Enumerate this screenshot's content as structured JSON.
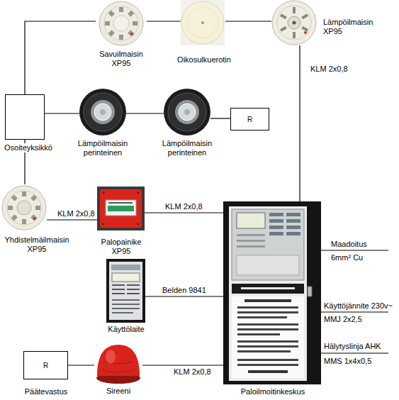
{
  "diagram": {
    "nodes": [
      {
        "text": [
          "Savuilmaisin XP95"
        ]
      },
      {
        "text": [
          "Oikosulkuerotin"
        ]
      },
      {
        "text": [
          "Lämpöilmaisin XP95"
        ]
      },
      {
        "text": [
          "Osoiteyksikkö"
        ]
      },
      {
        "text": [
          "Lämpöilmaisin perinteinen"
        ]
      },
      {
        "text": [
          "Lämpöilmaisin perinteinen"
        ]
      },
      {
        "text": [
          "R"
        ]
      },
      {
        "text": [
          "Yhdistelmäilmaisin XP95"
        ]
      },
      {
        "text": [
          "Palopainike XP95"
        ]
      },
      {
        "text": [
          "Paloilmoitinkeskus"
        ]
      },
      {
        "text": [
          "Käyttölaite"
        ]
      },
      {
        "text": [
          "R",
          "Päätevastus"
        ]
      },
      {
        "text": [
          "Sireeni"
        ]
      }
    ],
    "edges": [
      {
        "from": 3,
        "to": 0,
        "arrow": "none"
      },
      {
        "from": 0,
        "to": 1,
        "arrow": "none"
      },
      {
        "from": 1,
        "to": 2,
        "arrow": "none"
      },
      {
        "from": 2,
        "to": 9,
        "label": "KLM 2x0,8",
        "arrow": "none"
      },
      {
        "from": 3,
        "to": 4,
        "arrow": "none"
      },
      {
        "from": 4,
        "to": 5,
        "arrow": "none"
      },
      {
        "from": 5,
        "to": 6,
        "arrow": "none"
      },
      {
        "from": 3,
        "to": 7,
        "arrow": "none"
      },
      {
        "from": 7,
        "to": 8,
        "label": "KLM 2x0,8",
        "arrow": "none"
      },
      {
        "from": 8,
        "to": 9,
        "label": "KLM 2x0,8",
        "arrow": "none"
      },
      {
        "from": 10,
        "to": 9,
        "label": "Belden 9841",
        "arrow": "none"
      },
      {
        "from": 11,
        "to": 12,
        "arrow": "none"
      },
      {
        "from": 12,
        "to": 9,
        "label": "KLM 2x0,8",
        "arrow": "none"
      }
    ],
    "labels": [
      "Maadoitus",
      "6mm² Cu",
      "Käyttöjännite 230v~",
      "MMJ 2x2,5",
      "Hälytyslinja AHK",
      "MMS 1x4x0,5"
    ]
  }
}
